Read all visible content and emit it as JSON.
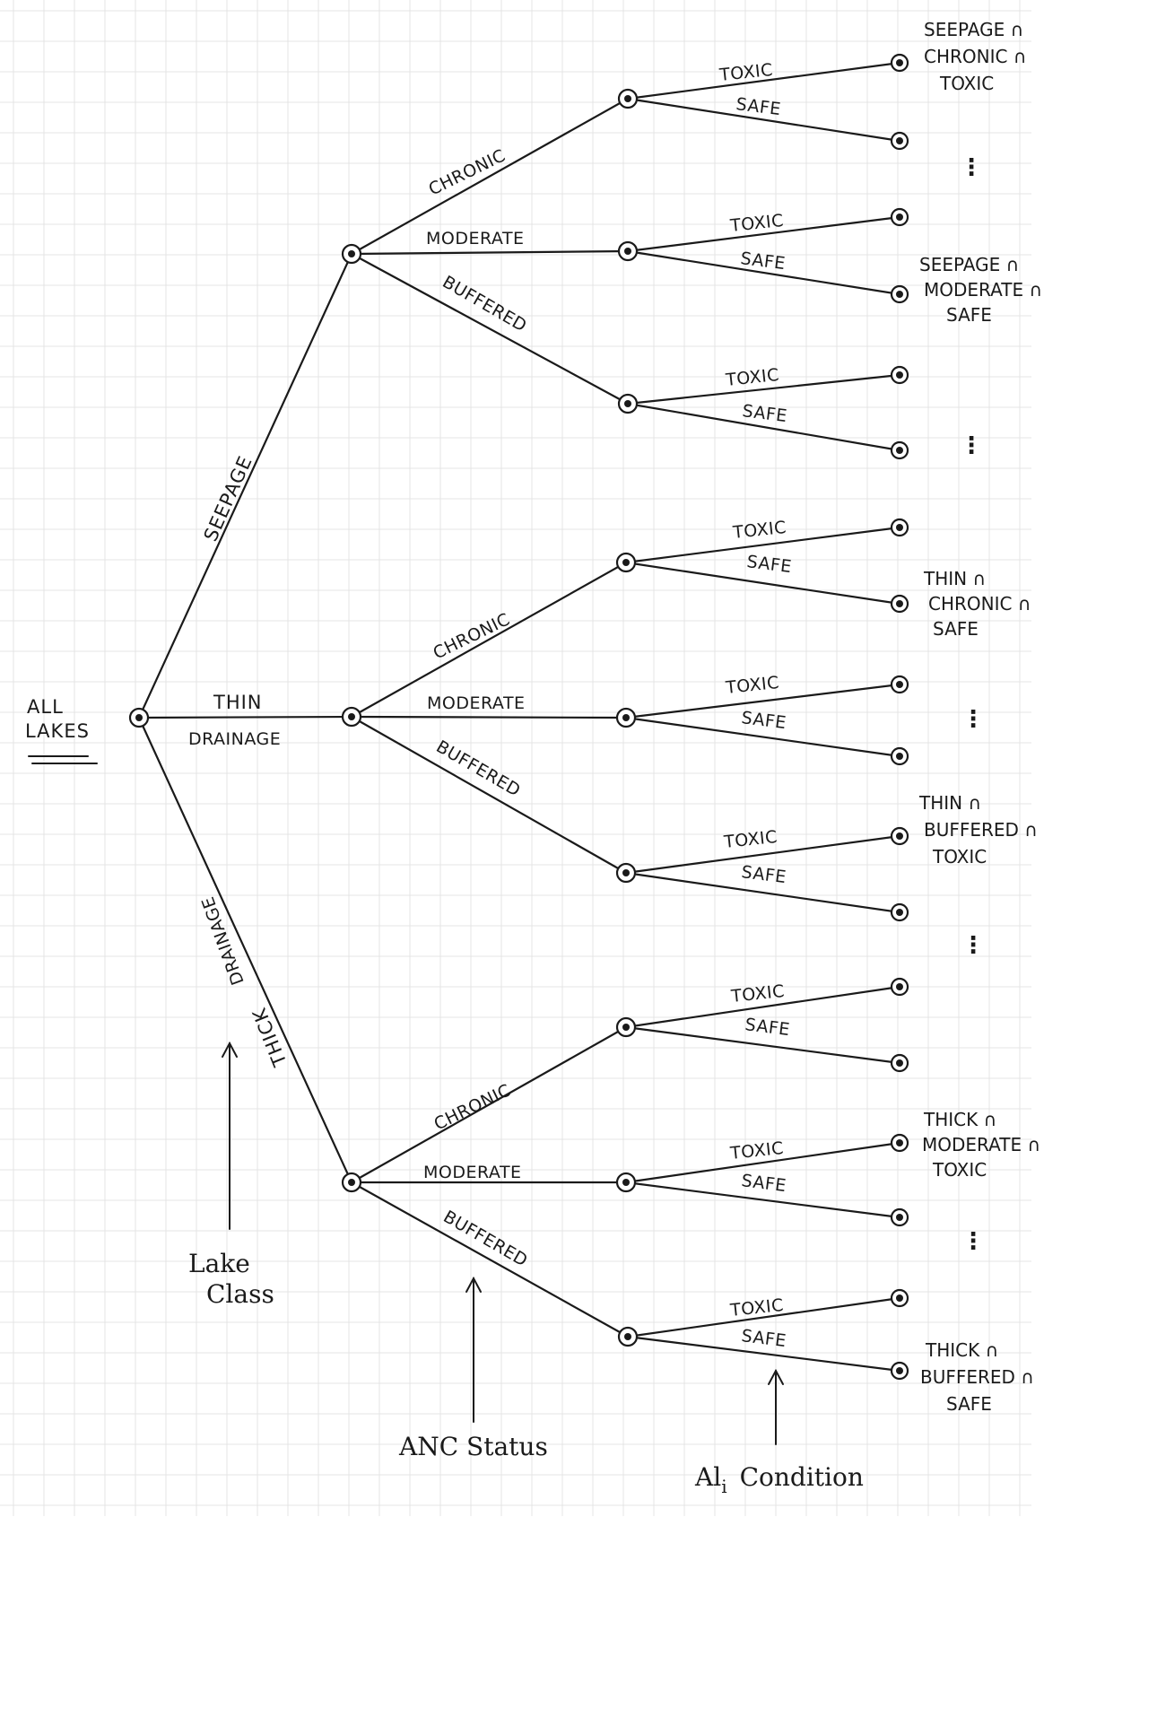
{
  "root": {
    "label_line1": "ALL",
    "label_line2": "LAKES"
  },
  "lake_classes": [
    {
      "label": "SEEPAGE"
    },
    {
      "label_line1": "THIN",
      "label_line2": "DRAINAGE"
    },
    {
      "label_line1": "THICK",
      "label_line2": "DRAINAGE"
    }
  ],
  "anc_status": [
    "CHRONIC",
    "MODERATE",
    "BUFFERED"
  ],
  "ali_condition": [
    "TOXIC",
    "SAFE"
  ],
  "leaf_annotations": [
    {
      "lines": [
        "SEEPAGE ∩",
        "CHRONIC ∩",
        "TOXIC"
      ]
    },
    {
      "lines": [
        "SEEPAGE ∩",
        "MODERATE ∩",
        "SAFE"
      ]
    },
    {
      "lines": [
        "THIN ∩",
        "CHRONIC ∩",
        "SAFE"
      ]
    },
    {
      "lines": [
        "THIN ∩",
        "BUFFERED ∩",
        "TOXIC"
      ]
    },
    {
      "lines": [
        "THICK ∩",
        "MODERATE ∩",
        "TOXIC"
      ]
    },
    {
      "lines": [
        "THICK ∩",
        "BUFFERED ∩",
        "SAFE"
      ]
    }
  ],
  "ellipsis": "⋮",
  "axis_labels": {
    "lake_class_line1": "Lake",
    "lake_class_line2": "Class",
    "anc_status": "ANC Status",
    "ali_condition": "Al",
    "ali_subscript": "i",
    "ali_condition_word": "Condition"
  }
}
